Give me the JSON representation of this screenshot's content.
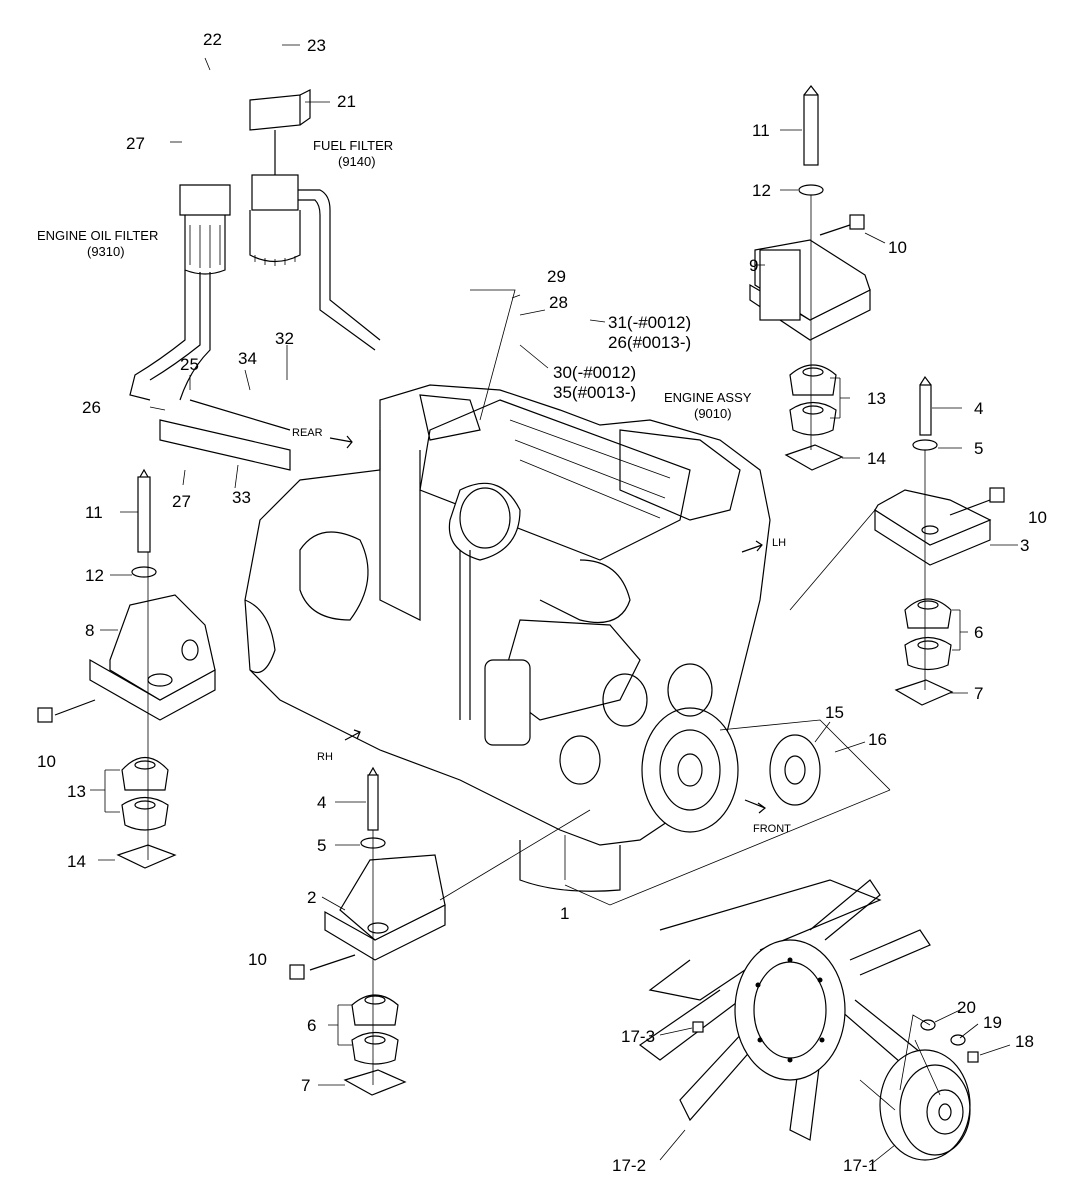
{
  "labels": {
    "fuel_filter": "FUEL FILTER",
    "fuel_filter_code": "(9140)",
    "oil_filter": "ENGINE OIL FILTER",
    "oil_filter_code": "(9310)",
    "engine_assy": "ENGINE ASSY",
    "engine_assy_code": "(9010)",
    "rear": "REAR",
    "lh": "LH",
    "rh": "RH",
    "front": "FRONT",
    "p31": "31(-#0012)",
    "p26b": "26(#0013-)",
    "p30": "30(-#0012)",
    "p35": "35(#0013-)"
  },
  "parts": {
    "p1": "1",
    "p2": "2",
    "p3": "3",
    "p4a": "4",
    "p4b": "4",
    "p5a": "5",
    "p5b": "5",
    "p6a": "6",
    "p6b": "6",
    "p7a": "7",
    "p7b": "7",
    "p8": "8",
    "p9": "9",
    "p10a": "10",
    "p10b": "10",
    "p10c": "10",
    "p10d": "10",
    "p11a": "11",
    "p11b": "11",
    "p12a": "12",
    "p12b": "12",
    "p13a": "13",
    "p13b": "13",
    "p14a": "14",
    "p14b": "14",
    "p15": "15",
    "p16": "16",
    "p17_1": "17-1",
    "p17_2": "17-2",
    "p17_3": "17-3",
    "p18": "18",
    "p19": "19",
    "p20": "20",
    "p21": "21",
    "p22": "22",
    "p23": "23",
    "p25": "25",
    "p26": "26",
    "p27a": "27",
    "p27b": "27",
    "p28": "28",
    "p29": "29",
    "p32": "32",
    "p33": "33",
    "p34": "34"
  }
}
